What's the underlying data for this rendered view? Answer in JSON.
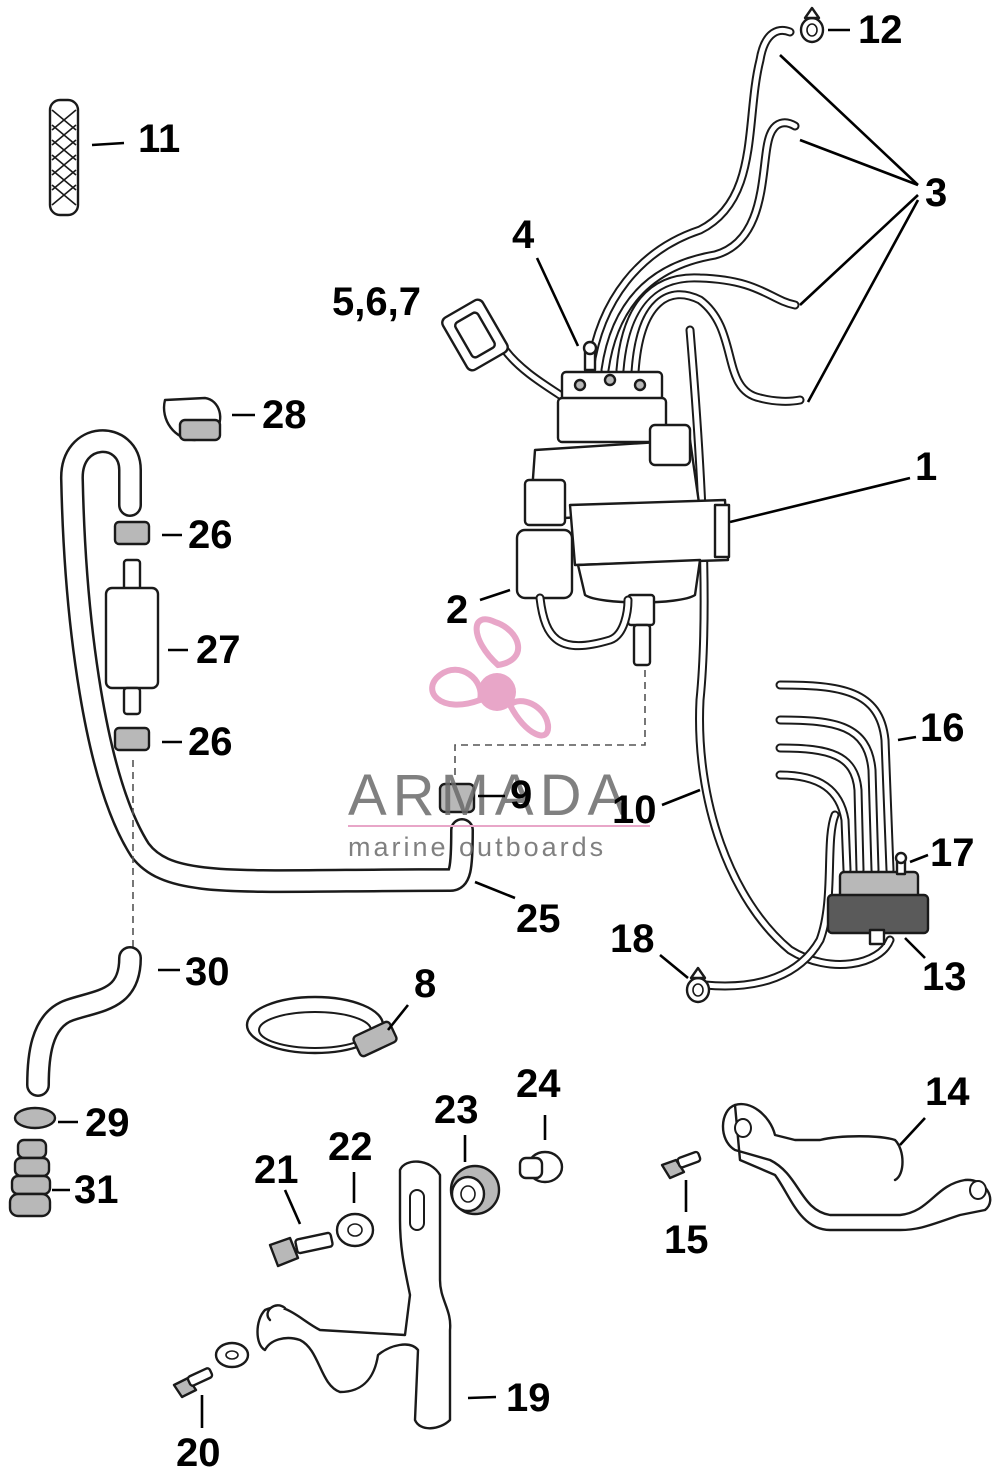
{
  "callouts": {
    "c1": "1",
    "c2": "2",
    "c3": "3",
    "c4": "4",
    "c567": "5,6,7",
    "c8": "8",
    "c9": "9",
    "c10": "10",
    "c11": "11",
    "c12": "12",
    "c13": "13",
    "c14": "14",
    "c15": "15",
    "c16": "16",
    "c17": "17",
    "c18": "18",
    "c19": "19",
    "c20": "20",
    "c21": "21",
    "c22": "22",
    "c23": "23",
    "c24": "24",
    "c25": "25",
    "c26a": "26",
    "c26b": "26",
    "c27": "27",
    "c28": "28",
    "c29": "29",
    "c30": "30",
    "c31": "31"
  },
  "watermark": {
    "brand": "ARMADA",
    "tagline": "marine outboards",
    "accent_color": "#e8a6c8"
  }
}
